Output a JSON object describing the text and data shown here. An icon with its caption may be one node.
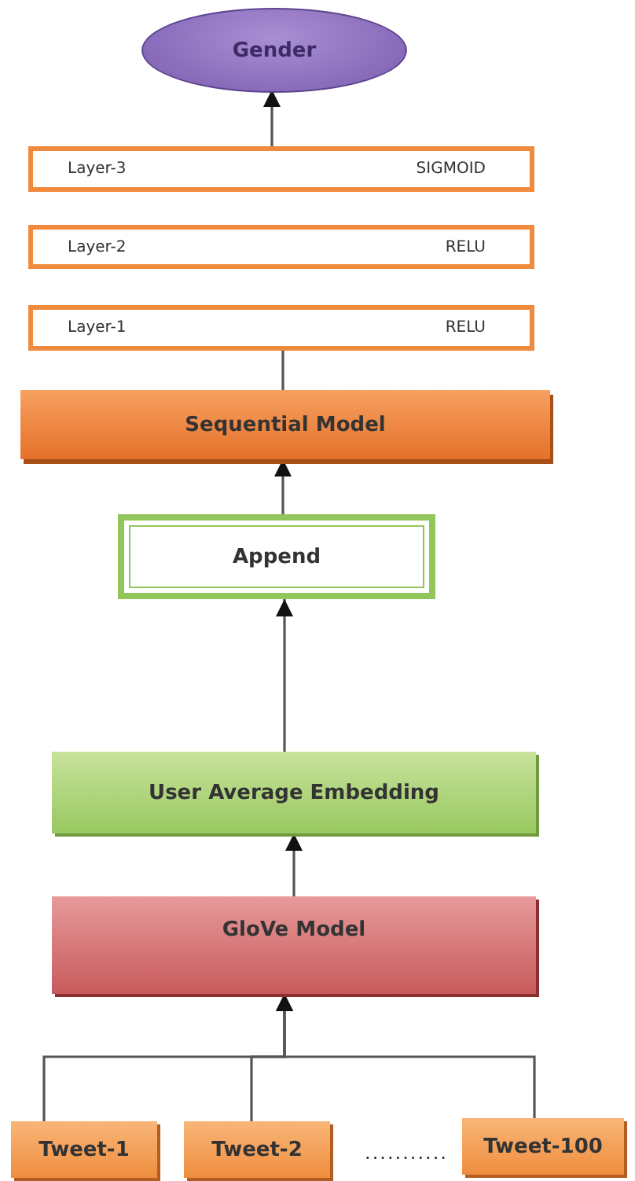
{
  "diagram": {
    "nodes": [
      {
        "text": [
          "Gender"
        ]
      },
      {
        "text": [
          "Layer-3",
          "SIGMOID"
        ]
      },
      {
        "text": [
          "Layer-2",
          "RELU"
        ]
      },
      {
        "text": [
          "Layer-1",
          "RELU"
        ]
      },
      {
        "text": [
          "Sequential Model"
        ]
      },
      {
        "text": [
          "Append"
        ]
      },
      {
        "text": [
          "User Average Embedding"
        ]
      },
      {
        "text": [
          "GloVe Model"
        ]
      },
      {
        "text": [
          "Tweet-1"
        ]
      },
      {
        "text": [
          "Tweet-2"
        ]
      },
      {
        "text": [
          "Tweet-100"
        ]
      }
    ],
    "edges": [
      {
        "from": 1,
        "to": 0,
        "arrow": "to"
      },
      {
        "from": 4,
        "to": 3,
        "arrow": "none"
      },
      {
        "from": 5,
        "to": 4,
        "arrow": "to"
      },
      {
        "from": 6,
        "to": 5,
        "arrow": "to"
      },
      {
        "from": 7,
        "to": 6,
        "arrow": "to"
      },
      {
        "from": 8,
        "to": 7,
        "arrow": "to"
      },
      {
        "from": 9,
        "to": 7,
        "arrow": "to"
      },
      {
        "from": 10,
        "to": 7,
        "arrow": "to"
      }
    ],
    "labels": [
      "..........."
    ]
  }
}
